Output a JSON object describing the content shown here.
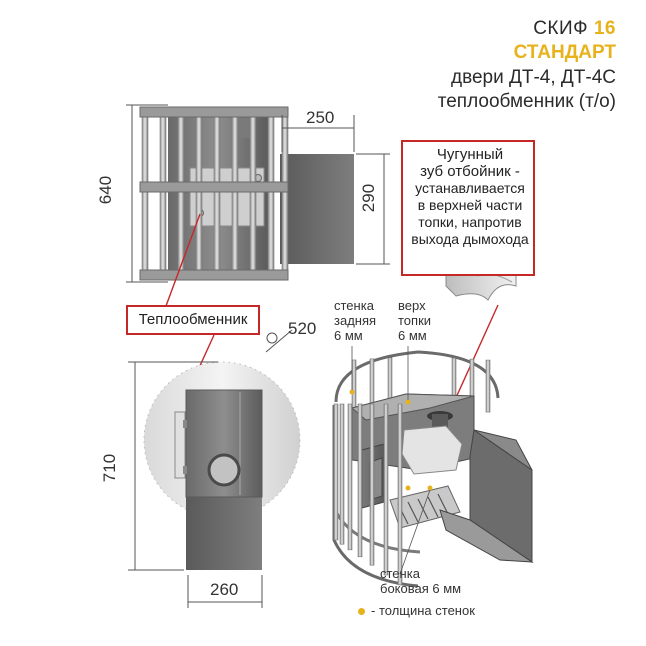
{
  "title": {
    "model": "СКИФ",
    "number": "16",
    "variant": "СТАНДАРТ",
    "doors": "двери ДТ-4, ДТ-4С",
    "exchanger": "теплообменник (т/о)"
  },
  "dimensions": {
    "front_height": "640",
    "front_top_width": "250",
    "front_tunnel_height": "290",
    "diameter": "520",
    "top_depth": "710",
    "tunnel_width": "260"
  },
  "callout": {
    "line1": "Чугунный",
    "line2": "зуб отбойник -",
    "line3": "устанавливается",
    "line4": "в верхней части",
    "line5": "топки, напротив",
    "line6": "выхода дымохода"
  },
  "exchanger_label": "Теплообменник",
  "notes": {
    "rear_wall": [
      "стенка",
      "задняя",
      "6 мм"
    ],
    "top_firebox": [
      "верх",
      "топки",
      "6 мм"
    ],
    "side_wall": [
      "стенка",
      "боковая 6 мм"
    ]
  },
  "legend": "- толщина стенок",
  "colors": {
    "accent_yellow": "#e8b21c",
    "callout_red": "#c62828",
    "steel": "#6e6e6e"
  }
}
